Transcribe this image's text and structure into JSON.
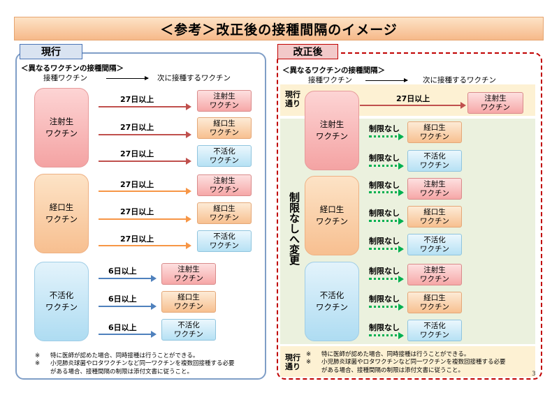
{
  "title": "＜参考＞改正後の接種間隔のイメージ",
  "left": {
    "tag": "現行",
    "section_title": "＜異なるワクチンの接種間隔＞",
    "header_from": "接種ワクチン",
    "header_to": "次に接種するワクチン",
    "groups": [
      {
        "source": "注射生\nワクチン",
        "targets": [
          {
            "interval": "27日以上",
            "dest": "注射生\nワクチン"
          },
          {
            "interval": "27日以上",
            "dest": "経口生\nワクチン"
          },
          {
            "interval": "27日以上",
            "dest": "不活化\nワクチン"
          }
        ]
      },
      {
        "source": "経口生\nワクチン",
        "targets": [
          {
            "interval": "27日以上",
            "dest": "注射生\nワクチン"
          },
          {
            "interval": "27日以上",
            "dest": "経口生\nワクチン"
          },
          {
            "interval": "27日以上",
            "dest": "不活化\nワクチン"
          }
        ]
      },
      {
        "source": "不活化\nワクチン",
        "targets": [
          {
            "interval": "6日以上",
            "dest": "注射生\nワクチン"
          },
          {
            "interval": "6日以上",
            "dest": "経口生\nワクチン"
          },
          {
            "interval": "6日以上",
            "dest": "不活化\nワクチン"
          }
        ]
      }
    ],
    "notes": [
      {
        "mark": "※",
        "text": "特に医師が認めた場合、同時接種は行うことができる。"
      },
      {
        "mark": "※",
        "text": "小児肺炎球菌やロタワクチンなど同一ワクチンを複数回接種する必要"
      },
      {
        "mark": "",
        "text": "がある場合、接種間隔の制限は添付文書に従うこと。"
      }
    ]
  },
  "right": {
    "tag": "改正後",
    "section_title": "＜異なるワクチンの接種間隔＞",
    "header_from": "接種ワクチン",
    "header_to": "次に接種するワクチン",
    "current_label": "現行\n通り",
    "current_interval": "27日以上",
    "current_dest": "注射生\nワクチン",
    "change_label": "制限なしへ変更",
    "groups": [
      {
        "source": "注射生\nワクチン",
        "targets": [
          {
            "interval": "制限なし",
            "dest": "経口生\nワクチン"
          },
          {
            "interval": "制限なし",
            "dest": "不活化\nワクチン"
          }
        ]
      },
      {
        "source": "経口生\nワクチン",
        "targets": [
          {
            "interval": "制限なし",
            "dest": "注射生\nワクチン"
          },
          {
            "interval": "制限なし",
            "dest": "経口生\nワクチン"
          },
          {
            "interval": "制限なし",
            "dest": "不活化\nワクチン"
          }
        ]
      },
      {
        "source": "不活化\nワクチン",
        "targets": [
          {
            "interval": "制限なし",
            "dest": "注射生\nワクチン"
          },
          {
            "interval": "制限なし",
            "dest": "経口生\nワクチン"
          },
          {
            "interval": "制限なし",
            "dest": "不活化\nワクチン"
          }
        ]
      }
    ],
    "note_label": "現行\n通り",
    "notes": [
      {
        "mark": "※",
        "text": "特に医師が認めた場合、同時接種は行うことができる。"
      },
      {
        "mark": "※",
        "text": "小児肺炎球菌やロタワクチンなど同一ワクチンを複数回接種する必要"
      },
      {
        "mark": "",
        "text": "がある場合、接種間隔の制限は添付文書に従うこと。"
      }
    ]
  },
  "page_number": "3",
  "colors": {
    "live_injection": "#f4a3a3",
    "live_oral": "#f7bf90",
    "inactivated": "#aedcf2",
    "arrow_injection": "#c0504d",
    "arrow_oral": "#f79646",
    "arrow_inactivated": "#4f81bd",
    "arrow_no_limit": "#00b050"
  }
}
